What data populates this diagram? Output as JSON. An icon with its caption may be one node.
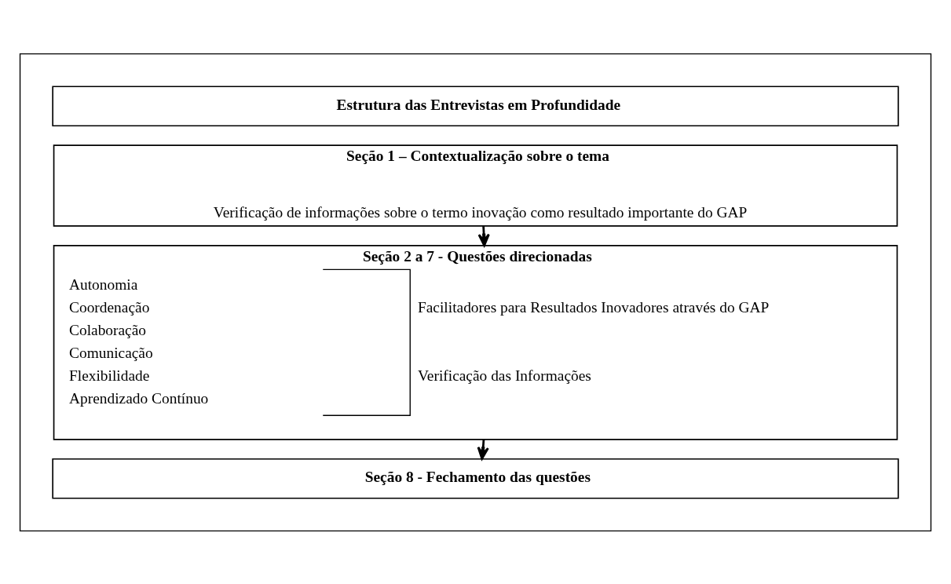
{
  "diagram": {
    "nodes": [
      {
        "text": [],
        "shape": "box"
      },
      {
        "text": [
          "Estrutura das Entrevistas em Profundidade"
        ],
        "in": 0
      },
      {
        "text": [
          "Seção 1 – Contextualização sobre o tema",
          "Verificação de informações sobre o termo inovação como resultado importante do GAP"
        ],
        "in": 0
      },
      {
        "text": [
          "Seção 2 a 7 - Questões direcionadas",
          "Autonomia",
          "Coordenação",
          "Colaboração",
          "Comunicação",
          "Flexibilidade",
          "Aprendizado Contínuo",
          "Facilitadores para Resultados Inovadores através do GAP",
          "Verificação das Informações"
        ],
        "in": 0
      },
      {
        "text": [
          "Seção 8 - Fechamento das questões"
        ],
        "in": 0
      }
    ],
    "edges": [
      {
        "from": 2,
        "to": 3,
        "arrow": "to"
      },
      {
        "from": 3,
        "to": 4,
        "arrow": "to"
      }
    ]
  }
}
